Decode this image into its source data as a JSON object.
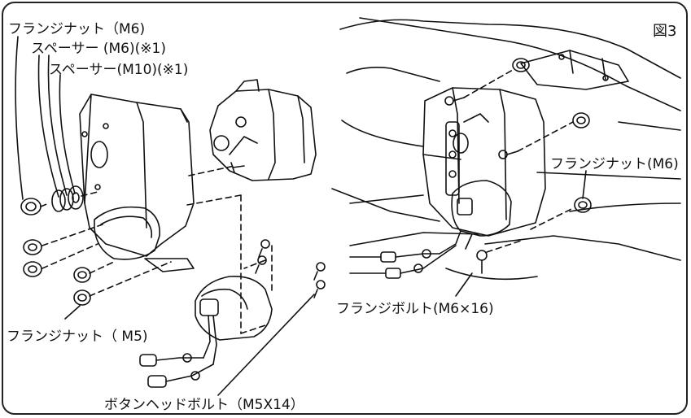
{
  "figure_label": "図3",
  "left_panel": {
    "labels": {
      "flange_nut_m6": "フランジナット（M6)",
      "spacer_m6": "スペーサー (M6)(※1)",
      "spacer_m10": "スペーサー(M10)(※1)",
      "flange_nut_m5": "フランジナット（ M5)",
      "button_head_bolt": "ボタンヘッドボルト（M5X14）"
    }
  },
  "right_panel": {
    "labels": {
      "flange_nut_m6": "フランジナット(M6)",
      "flange_bolt": "フランジボルト(M6×16)"
    }
  },
  "colors": {
    "line": "#111111",
    "background": "#ffffff"
  }
}
